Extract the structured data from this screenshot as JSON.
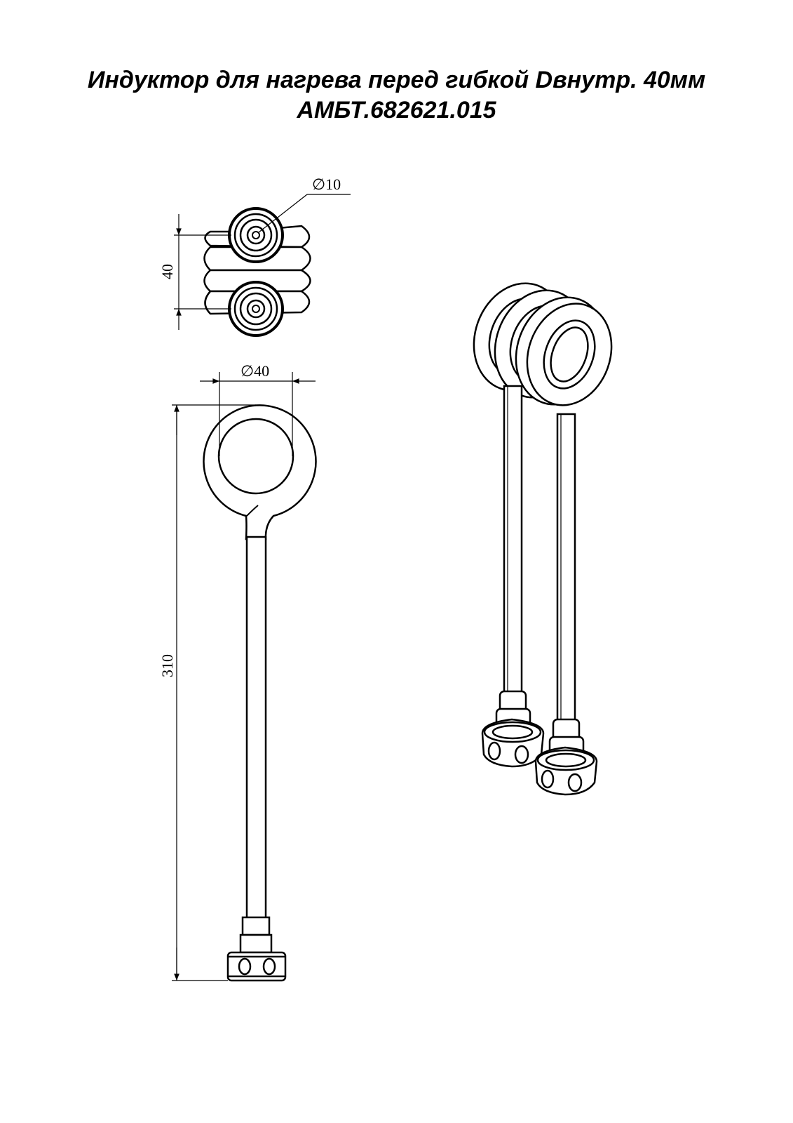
{
  "drawing": {
    "title": "Индуктор для нагрева перед гибкой Dвнутр. 40мм",
    "designation": "АМБТ.682621.015"
  },
  "dimensions": {
    "tube_diameter": "10",
    "coil_height": "40",
    "inner_diameter": "40",
    "overall_length": "310"
  },
  "symbols": {
    "diameter": "∅"
  }
}
